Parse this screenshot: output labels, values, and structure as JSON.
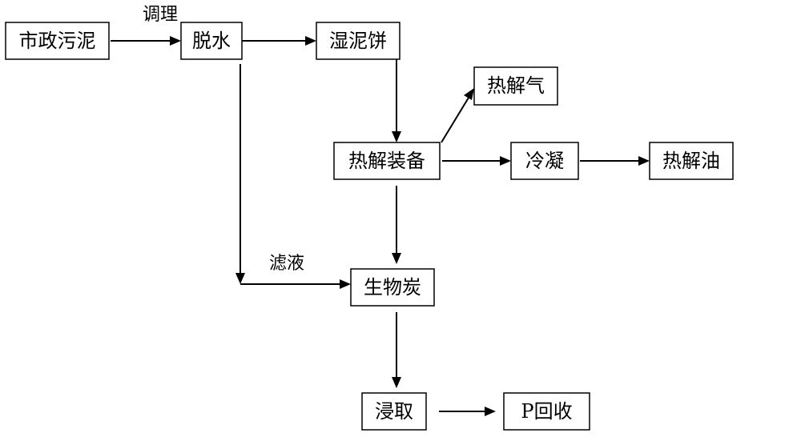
{
  "diagram": {
    "nodes": {
      "municipal_sludge": "市政污泥",
      "dewatering": "脱水",
      "wet_sludge_cake": "湿泥饼",
      "pyrolysis_gas": "热解气",
      "pyrolysis_equipment": "热解装备",
      "condensation": "冷凝",
      "pyrolysis_oil": "热解油",
      "biochar": "生物炭",
      "leaching": "浸取",
      "p_recovery": "P回收"
    },
    "edge_labels": {
      "conditioning": "调理",
      "filtrate": "滤液"
    },
    "edges": [
      {
        "from": "municipal_sludge",
        "to": "dewatering",
        "label": "调理"
      },
      {
        "from": "dewatering",
        "to": "wet_sludge_cake"
      },
      {
        "from": "wet_sludge_cake",
        "to": "pyrolysis_equipment"
      },
      {
        "from": "pyrolysis_equipment",
        "to": "pyrolysis_gas"
      },
      {
        "from": "pyrolysis_equipment",
        "to": "condensation"
      },
      {
        "from": "condensation",
        "to": "pyrolysis_oil"
      },
      {
        "from": "pyrolysis_equipment",
        "to": "biochar"
      },
      {
        "from": "dewatering",
        "to": "biochar",
        "label": "滤液"
      },
      {
        "from": "biochar",
        "to": "leaching"
      },
      {
        "from": "leaching",
        "to": "p_recovery"
      }
    ]
  }
}
